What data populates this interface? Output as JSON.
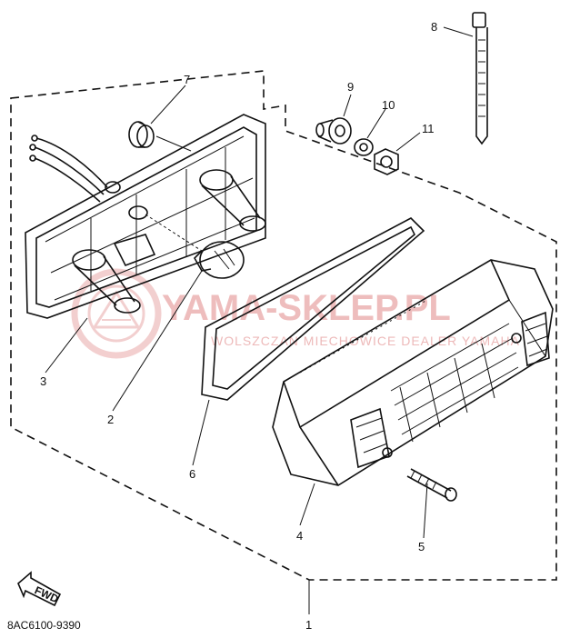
{
  "diagram": {
    "part_code": "8AC6100-9390",
    "direction_badge": "FWD",
    "callouts": [
      {
        "id": "1",
        "label": "1"
      },
      {
        "id": "2",
        "label": "2"
      },
      {
        "id": "3",
        "label": "3"
      },
      {
        "id": "4",
        "label": "4"
      },
      {
        "id": "5",
        "label": "5"
      },
      {
        "id": "6",
        "label": "6"
      },
      {
        "id": "7",
        "label": "7"
      },
      {
        "id": "8",
        "label": "8"
      },
      {
        "id": "9",
        "label": "9"
      },
      {
        "id": "10",
        "label": "10"
      },
      {
        "id": "11",
        "label": "11"
      }
    ]
  },
  "watermark": {
    "main": "YAMA-SKLEP.PL",
    "sub": "WOLSZCZAN MIECHOWICE DEALER YAMAHA",
    "color": "#e9a8a8"
  }
}
